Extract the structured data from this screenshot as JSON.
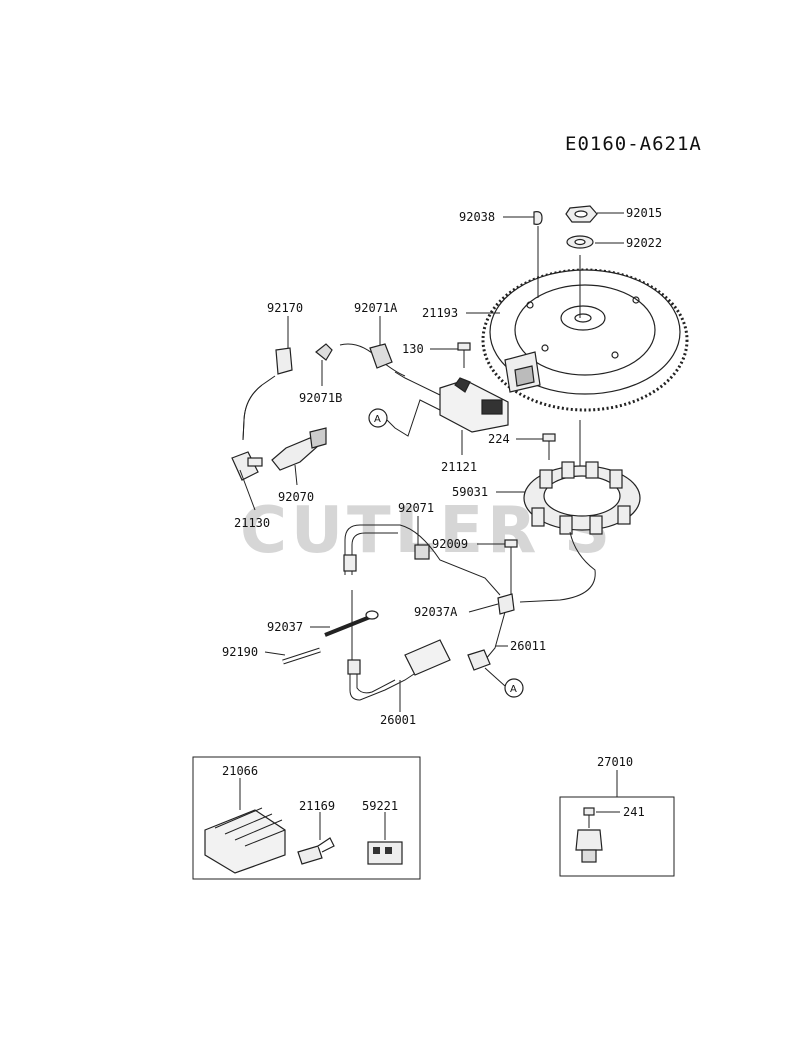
{
  "diagram": {
    "title": "E0160-A621A",
    "watermark": "CUTLER'S",
    "labels": {
      "p92038": "92038",
      "p92015": "92015",
      "p92022": "92022",
      "p92170": "92170",
      "p92071A": "92071A",
      "p21193": "21193",
      "p130": "130",
      "p92071B": "92071B",
      "p224": "224",
      "p21121": "21121",
      "p92070": "92070",
      "p59031": "59031",
      "p21130": "21130",
      "p92071": "92071",
      "p92009": "92009",
      "p92037A": "92037A",
      "p92037": "92037",
      "p26011": "26011",
      "p92190": "92190",
      "p26001": "26001",
      "p27010": "27010",
      "p21066": "21066",
      "p21169": "21169",
      "p59221": "59221",
      "p241": "241"
    },
    "ref_marker": "A"
  },
  "colors": {
    "ink": "#222222",
    "watermark": "#d6d6d6"
  }
}
